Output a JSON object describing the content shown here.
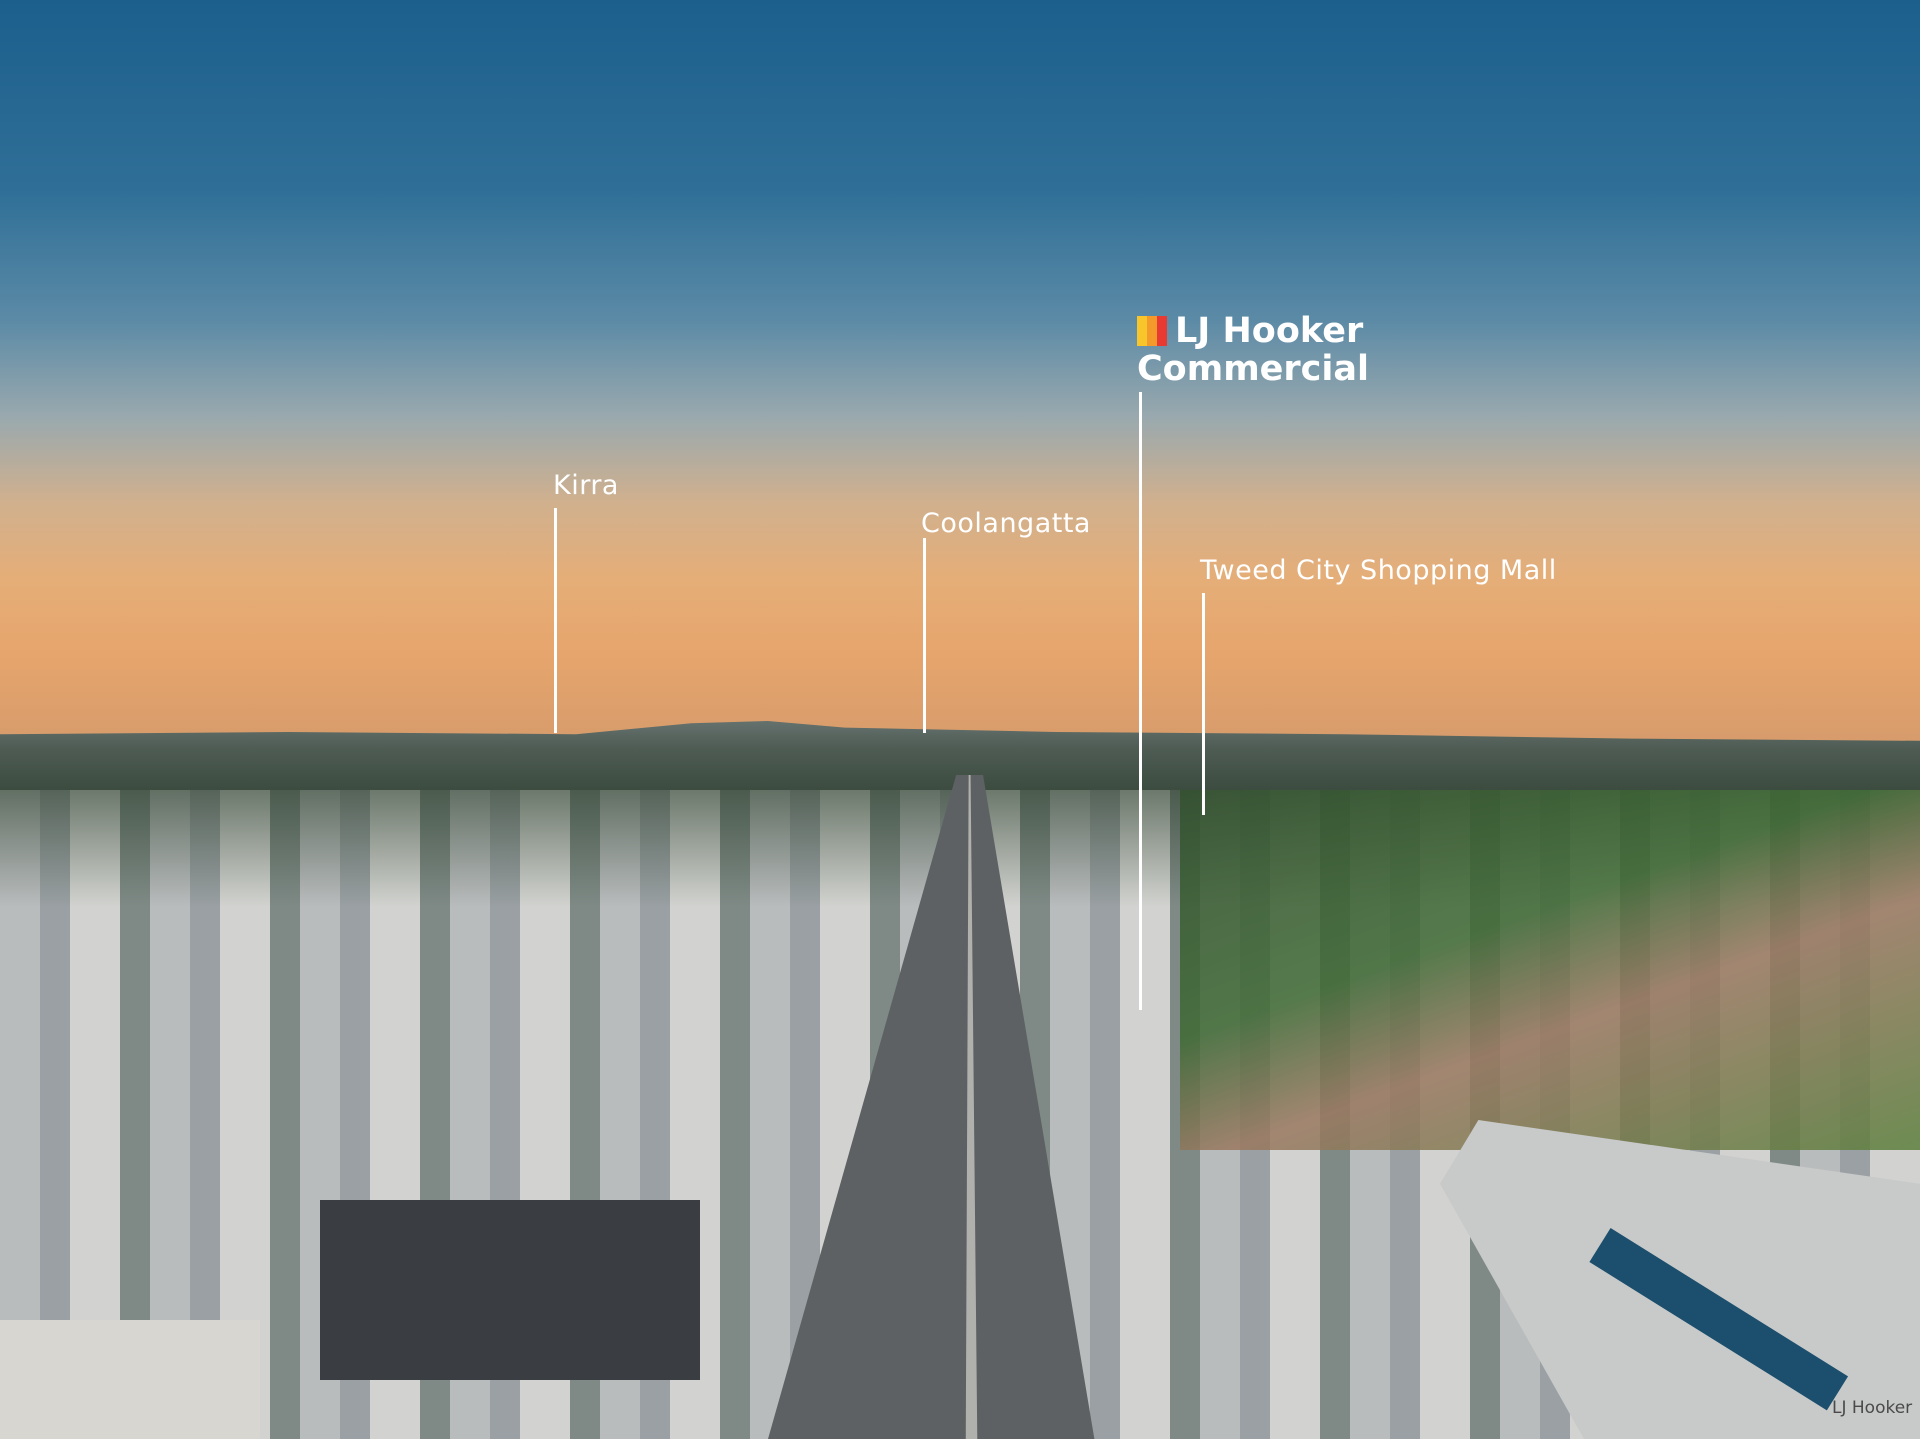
{
  "photo": {
    "subject": "aerial-view"
  },
  "labels": {
    "kirra": "Kirra",
    "coolangatta": "Coolangatta",
    "tweed": "Tweed City Shopping Mall"
  },
  "logo": {
    "line1": "LJ Hooker",
    "line2": "Commercial",
    "colors": [
      "#f8c52b",
      "#f39a2b",
      "#e83a33"
    ]
  },
  "watermark": "LJ Hooker"
}
